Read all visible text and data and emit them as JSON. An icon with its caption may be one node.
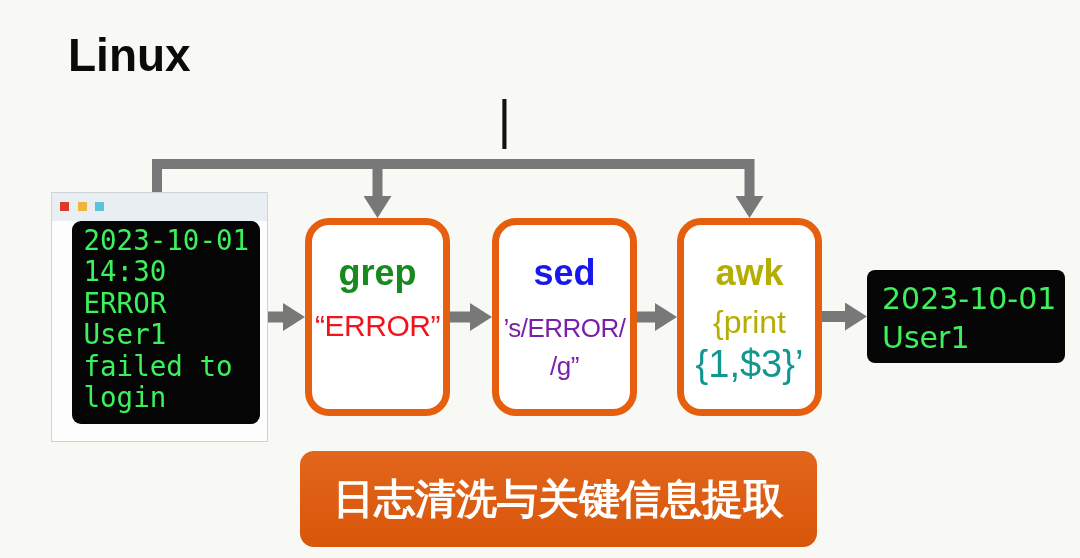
{
  "diagram": {
    "title": "Linux",
    "nodes": [
      {
        "text": [
          "2023-10-01 14:30 ERROR User1 failed to login"
        ]
      },
      {
        "text": [
          "grep",
          "“ERROR”"
        ]
      },
      {
        "text": [
          "sed",
          "’s/ERROR/ /g”"
        ]
      },
      {
        "text": [
          "awk",
          "{print",
          "{1,$3}’"
        ]
      },
      {
        "text": [
          "2023-10-01 User1"
        ]
      },
      {
        "text": [
          "日志清洗与关键信息提取"
        ]
      }
    ],
    "edges": [
      {
        "from": 0,
        "to": 1,
        "arrow": "to"
      },
      {
        "from": 1,
        "to": 2,
        "arrow": "to"
      },
      {
        "from": 2,
        "to": 3,
        "arrow": "to"
      },
      {
        "from": 3,
        "to": 4,
        "arrow": "to"
      },
      {
        "from": 0,
        "to": 1,
        "arrow": "to"
      },
      {
        "from": 0,
        "to": 3,
        "arrow": "to"
      }
    ],
    "labels": [
      "|"
    ]
  }
}
